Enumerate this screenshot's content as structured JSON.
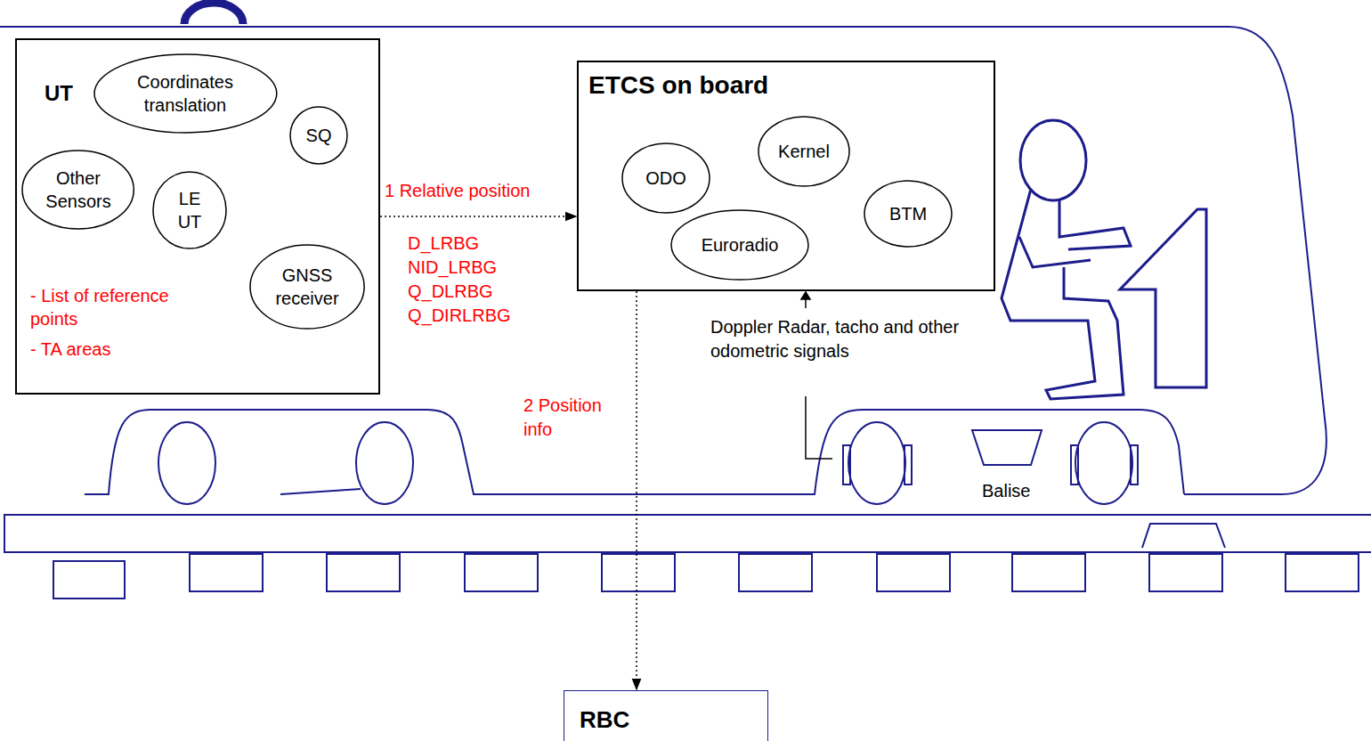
{
  "diagram": {
    "nodes": [
      {
        "text": [
          "UT",
          "- List of reference points",
          "- TA areas"
        ]
      },
      {
        "text": [
          "Coordinates translation"
        ],
        "in": 0
      },
      {
        "text": [
          "SQ"
        ],
        "in": 0
      },
      {
        "text": [
          "Other Sensors"
        ],
        "in": 0
      },
      {
        "text": [
          "LE UT"
        ],
        "in": 0
      },
      {
        "text": [
          "GNSS receiver"
        ],
        "in": 0
      },
      {
        "text": [
          "ETCS on board"
        ]
      },
      {
        "text": [
          "Kernel"
        ],
        "in": 6
      },
      {
        "text": [
          "ODO"
        ],
        "in": 6
      },
      {
        "text": [
          "BTM"
        ],
        "in": 6
      },
      {
        "text": [
          "Euroradio"
        ],
        "in": 6
      },
      {
        "text": [
          "RBC"
        ]
      }
    ],
    "edges": [
      {
        "from": 0,
        "to": 6,
        "arrow": "to",
        "label": "1 Relative position"
      },
      {
        "from": 6,
        "to": 11,
        "arrow": "to",
        "label": "2 Position info"
      }
    ],
    "labels": [
      "D_LRBG",
      "NID_LRBG",
      "Q_DLRBG",
      "Q_DIRLRBG",
      "Doppler Radar, tacho and other odometric signals",
      "Balise"
    ]
  }
}
